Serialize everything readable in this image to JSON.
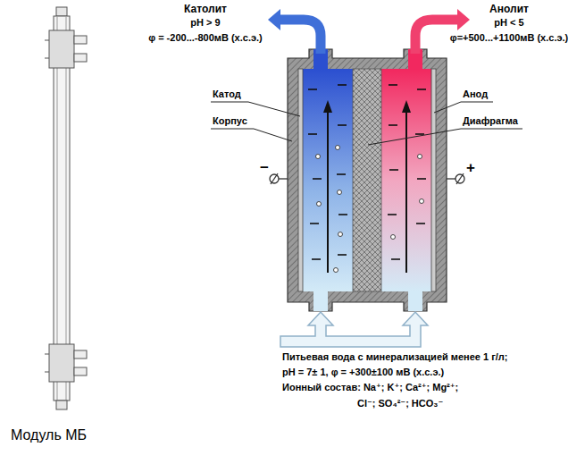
{
  "diagram": {
    "caption": "Модуль МБ",
    "labels": [
      "Католит",
      "pH > 9",
      "φ = -200...-800мВ (х.с.э.)",
      "Анолит",
      "pH < 5",
      "φ=+500...+1100мВ (х.с.э.)",
      "Катод",
      "Корпус",
      "Анод",
      "Диафрагма",
      "−",
      "+",
      "Питьевая вода с минерализацией менее 1 г/л;",
      "pH = 7± 1,  φ = +300±100 мВ (х.с.э.)",
      "Ионный состав: Na⁺; K⁺; Ca²⁺; Mg²⁺;",
      "Cl⁻; SO₄²⁻; HCO₃⁻"
    ]
  }
}
